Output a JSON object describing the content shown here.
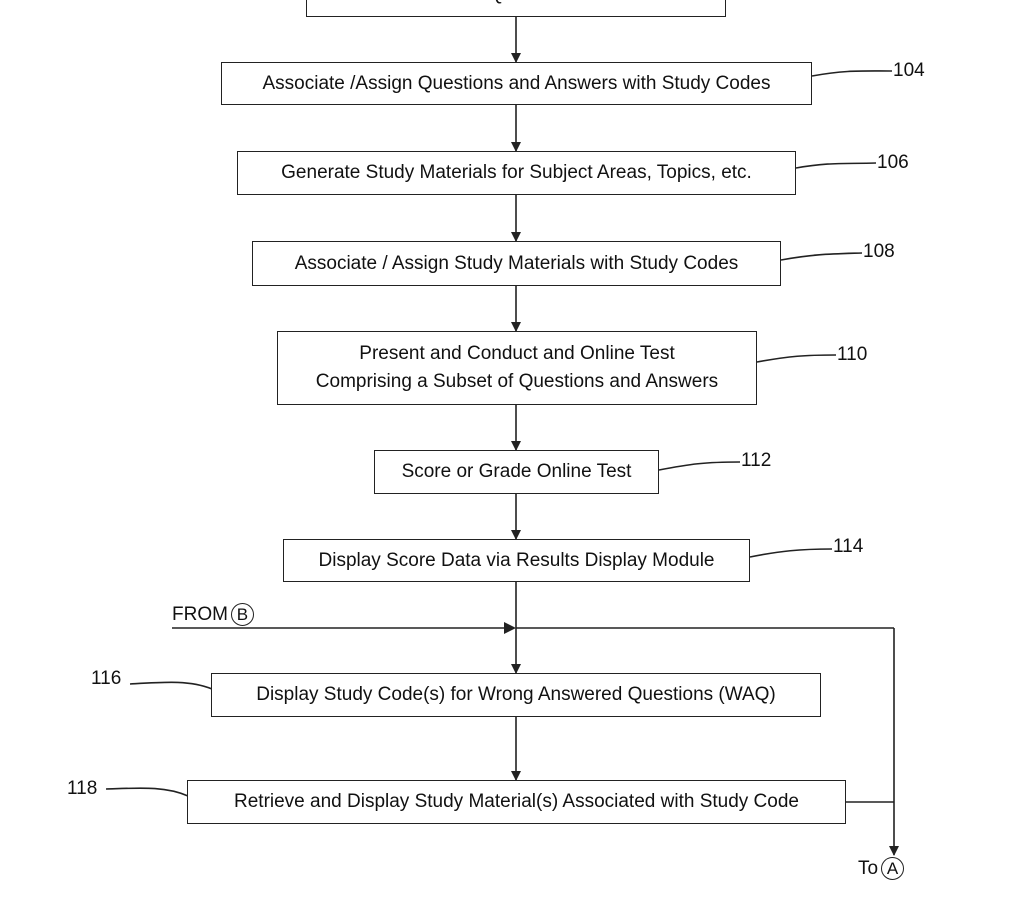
{
  "boxes": {
    "generate_store": "Generate / Store Questions and Answers",
    "associate_qa": "Associate /Assign Questions and Answers with Study Codes",
    "generate_materials": "Generate Study Materials for Subject Areas, Topics, etc.",
    "associate_materials": "Associate / Assign Study Materials with Study Codes",
    "present_test_line1": "Present and Conduct and Online Test",
    "present_test_line2": "Comprising a Subset of Questions and Answers",
    "score_test": "Score or Grade Online Test",
    "display_score": "Display Score Data via Results Display Module",
    "display_codes": "Display Study Code(s) for Wrong Answered Questions (WAQ)",
    "retrieve_materials": "Retrieve and Display Study Material(s) Associated with Study Code"
  },
  "refs": {
    "r104": "104",
    "r106": "106",
    "r108": "108",
    "r110": "110",
    "r112": "112",
    "r114": "114",
    "r116": "116",
    "r118": "118"
  },
  "connectors": {
    "from_label": "FROM",
    "from_letter": "B",
    "to_label": "To",
    "to_letter": "A"
  }
}
